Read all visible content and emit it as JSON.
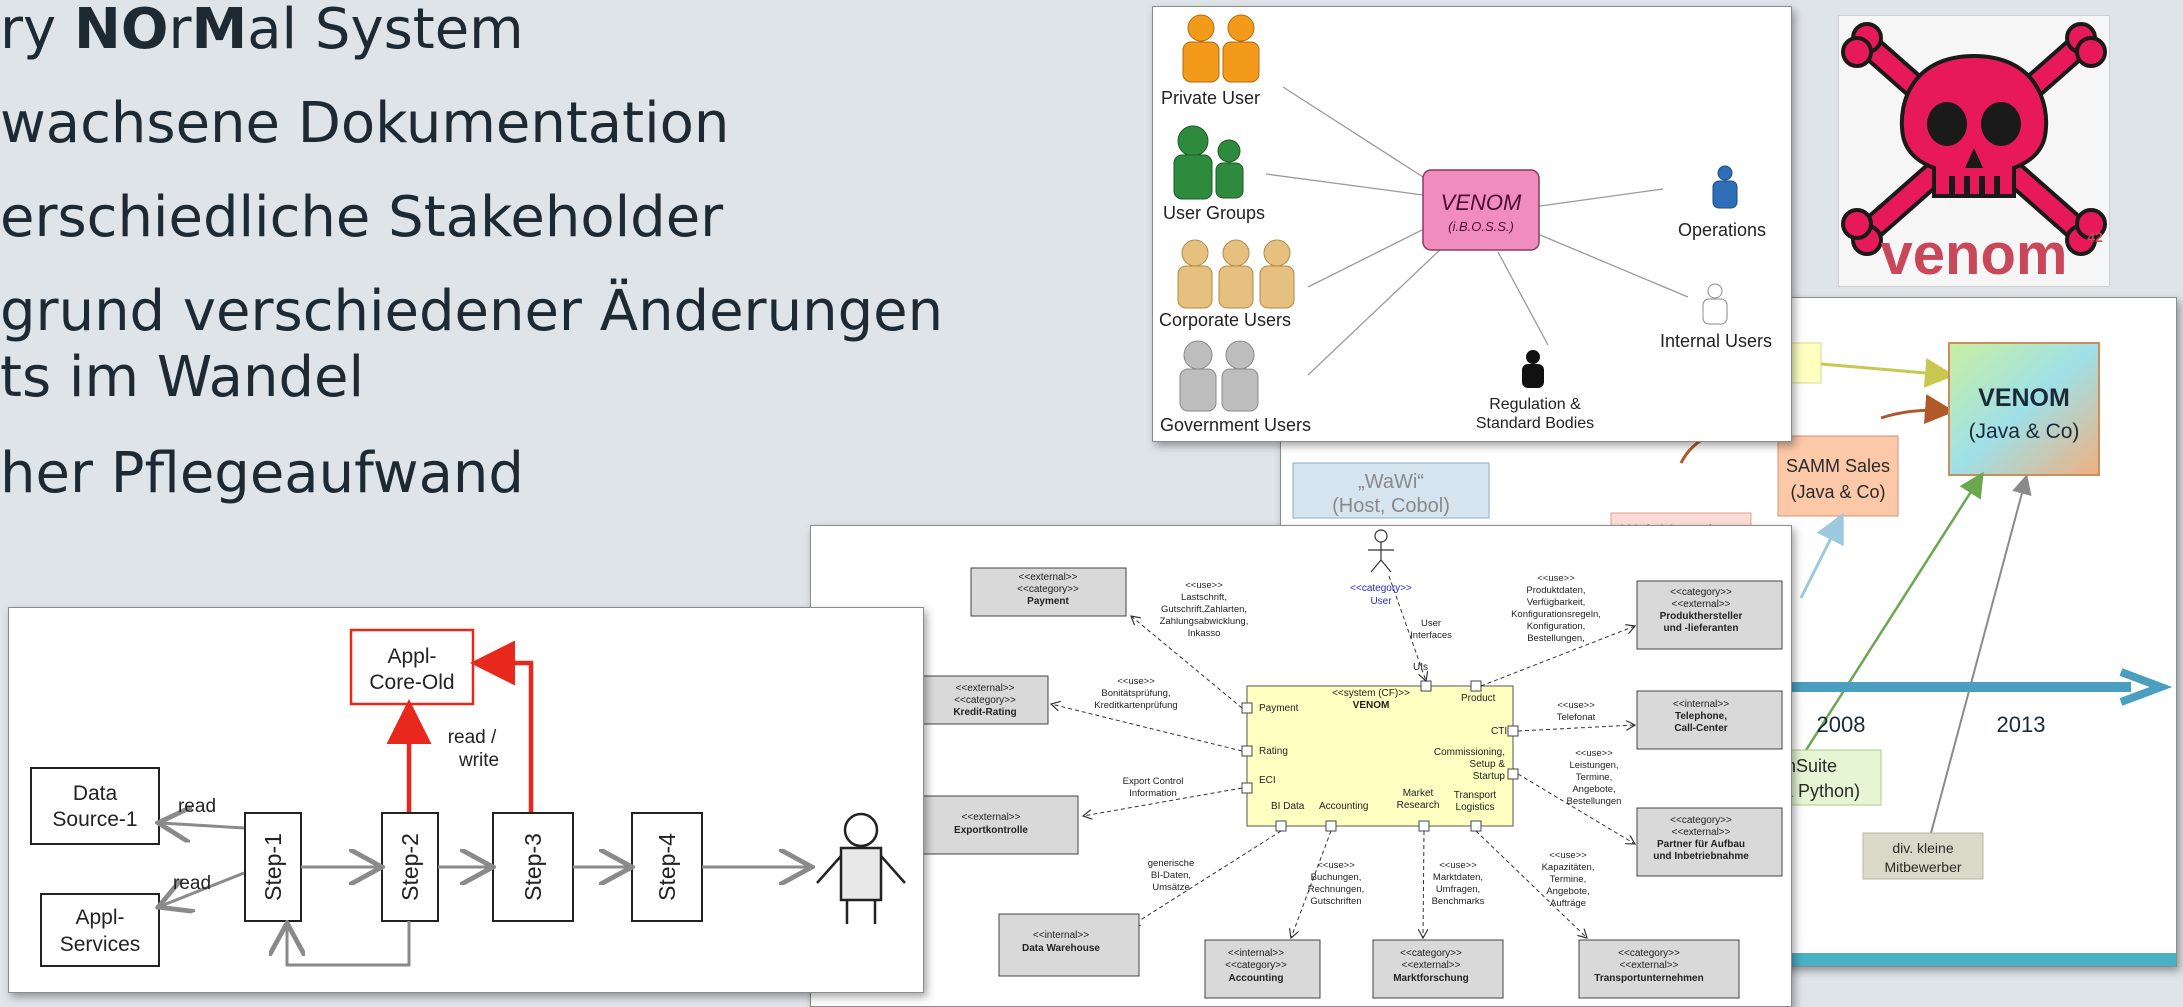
{
  "slide": {
    "bullet1_pre": "ry ",
    "bullet1_b1": "NO",
    "bullet1_mid": "r",
    "bullet1_b2": "M",
    "bullet1_post": "al System",
    "bullet2": "wachsene Dokumentation",
    "bullet3": "erschiedliche Stakeholder",
    "bullet4_line1": "grund verschiedener Änderungen",
    "bullet4_line2": "ts im Wandel",
    "bullet5": "her Pflegeaufwand"
  },
  "stakeholders": {
    "center_title": "VENOM",
    "center_sub": "(i.B.O.S.S.)",
    "private_user": "Private User",
    "user_groups": "User Groups",
    "corporate_users": "Corporate Users",
    "government_users": "Government Users",
    "operations": "Operations",
    "internal_users": "Internal Users",
    "regulation_1": "Regulation &",
    "regulation_2": "Standard Bodies"
  },
  "logo": {
    "text": "venom",
    "sup": "42"
  },
  "timeline": {
    "venom_title": "VENOM",
    "venom_sub": "(Java & Co)",
    "samm_1": "SAMM Sales",
    "samm_2": "(Java & Co)",
    "wawi_1": "„WaWi“",
    "wawi_2": "(Host, Cobol)",
    "web_partial": "Web-Verwal",
    "year_2008": "2008",
    "year_2013": "2013",
    "suite_1": "mSuite",
    "suite_2": "& Python)",
    "div_1": "div. kleine",
    "div_2": "Mitbewerber"
  },
  "component": {
    "actor_stereo": "<<category>>",
    "actor_name": "User",
    "system_stereo": "<<system (CF)>>",
    "system_name": "VENOM",
    "ports": {
      "payment": "Payment",
      "rating": "Rating",
      "eci": "ECI",
      "bi": "BI Data",
      "accounting": "Accounting",
      "market_1": "Market",
      "market_2": "Research",
      "transport_1": "Transport",
      "transport_2": "Logistics",
      "product": "Product",
      "cti": "CTI",
      "comm_1": "Commissioning,",
      "comm_2": "Setup &",
      "comm_3": "Startup",
      "uis": "UIs"
    },
    "boxes": {
      "payment": [
        "<<external>>",
        "<<category>>",
        "Payment"
      ],
      "kredit": [
        "<<external>>",
        "<<category>>",
        "Kredit-Rating"
      ],
      "export": [
        "<<external>>",
        "Exportkontrolle"
      ],
      "dwh": [
        "<<internal>>",
        "Data Warehouse"
      ],
      "accounting": [
        "<<internal>>",
        "<<category>>",
        "Accounting"
      ],
      "markt": [
        "<<category>>",
        "<<external>>",
        "Marktforschung"
      ],
      "transport": [
        "<<category>>",
        "<<external>>",
        "Transportunternehmen"
      ],
      "partner": [
        "<<category>>",
        "<<external>>",
        "Partner für Aufbau",
        "und Inbetriebnahme"
      ],
      "telephone": [
        "<<internal>>",
        "Telephone,",
        "Call-Center"
      ],
      "produkt": [
        "<<category>>",
        "<<external>>",
        "Produkthersteller",
        "und -lieferanten"
      ]
    },
    "labels": {
      "payment_use": [
        "<<use>>",
        "Lastschrift,",
        "Gutschrift,Zahlarten,",
        "Zahlungsabwicklung,",
        "Inkasso"
      ],
      "kredit_use": [
        "<<use>>",
        "Bonitätsprüfung,",
        "Kreditkartenprüfung"
      ],
      "export_use": [
        "Export Control",
        "Information"
      ],
      "dwh_use": [
        "generische",
        "BI-Daten,",
        "Umsätze"
      ],
      "acc_use": [
        "<<use>>",
        "Buchungen,",
        "Rechnungen,",
        "Gutschriften"
      ],
      "markt_use": [
        "<<use>>",
        "Marktdaten,",
        "Umfragen,",
        "Benchmarks"
      ],
      "transport_use": [
        "<<use>>",
        "Kapazitäten,",
        "Termine,",
        "Angebote,",
        "Aufträge"
      ],
      "partner_use": [
        "<<use>>",
        "Leistungen,",
        "Termine,",
        "Angebote,",
        "Bestellungen"
      ],
      "tel_use": [
        "<<use>>",
        "Telefonat"
      ],
      "produkt_use": [
        "<<use>>",
        "Produktdaten,",
        "Verfügbarkeit,",
        "Konfigurationsregeln,",
        "Konfiguration,",
        "Bestellungen,"
      ],
      "ui_use": [
        "User",
        "Interfaces"
      ]
    }
  },
  "flow": {
    "core_old_1": "Appl-",
    "core_old_2": "Core-Old",
    "rw_1": "read /",
    "rw_2": "write",
    "ds_1": "Data",
    "ds_2": "Source-1",
    "svc_1": "Appl-",
    "svc_2": "Services",
    "read_1": "read",
    "read_2": "read",
    "step1": "Step-1",
    "step2": "Step-2",
    "step3": "Step-3",
    "step4": "Step-4"
  },
  "colors": {
    "arrow_red": "#e8281c",
    "venom_pink": "#f08cbe",
    "skull": "#e8195a",
    "timeline_blue": "#4a9fc0",
    "ui_yellow": "#ffffc2"
  }
}
